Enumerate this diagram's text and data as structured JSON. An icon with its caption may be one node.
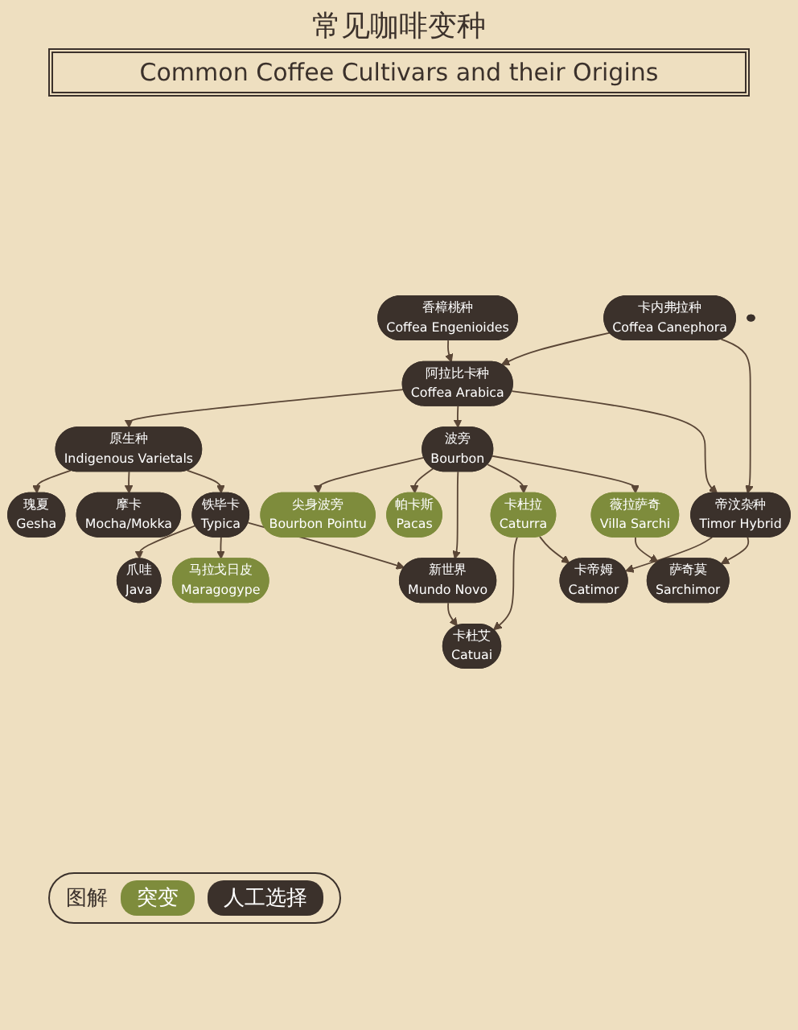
{
  "diagram": {
    "title": "常见咖啡变种",
    "nodes": [
      {
        "text": [
          "香樟桃种",
          "Coffea Engenioides"
        ]
      },
      {
        "text": [
          "卡内弗拉种",
          "Coffea Canephora"
        ]
      },
      {
        "text": [
          "阿拉比卡种",
          "Coffea Arabica"
        ]
      },
      {
        "text": [
          "原生种",
          "Indigenous Varietals"
        ]
      },
      {
        "text": [
          "尖身波旁",
          "Bourbon Pointu"
        ]
      },
      {
        "text": [
          "瑰夏",
          "Gesha"
        ]
      },
      {
        "text": [
          "爪哇",
          "Java"
        ]
      },
      {
        "text": [
          "帕卡斯",
          "Pacas"
        ]
      },
      {
        "text": [
          "摩卡",
          "Mocha/Mokka"
        ]
      },
      {
        "text": [
          "马拉戈日皮",
          "Maragogype"
        ]
      },
      {
        "text": [
          "铁毕卡",
          "Typica"
        ]
      },
      {
        "text": [],
        "shape": "box"
      },
      {
        "text": [
          "波旁",
          "Bourbon"
        ]
      },
      {
        "text": [
          "新世界",
          "Mundo Novo"
        ]
      },
      {
        "text": [
          "卡杜拉",
          "Caturra"
        ]
      },
      {
        "text": [
          "卡杜艾",
          "Catuai"
        ]
      },
      {
        "text": [
          "帝汶杂种",
          "Timor Hybrid"
        ]
      },
      {
        "text": [
          "薇拉萨奇",
          "Villa Sarchi"
        ]
      },
      {
        "text": [
          "卡帝姆",
          "Catimor"
        ]
      },
      {
        "text": [
          "萨奇莫",
          "Sarchimor"
        ]
      }
    ],
    "edges": [
      {
        "from": 0,
        "to": 2,
        "arrow": "to"
      },
      {
        "from": 1,
        "to": 2,
        "arrow": "to"
      },
      {
        "from": 1,
        "to": 16,
        "arrow": "to"
      },
      {
        "from": 2,
        "to": 3,
        "arrow": "to"
      },
      {
        "from": 2,
        "to": 12,
        "arrow": "to"
      },
      {
        "from": 2,
        "to": 16,
        "arrow": "to"
      },
      {
        "from": 3,
        "to": 5,
        "arrow": "to"
      },
      {
        "from": 3,
        "to": 8,
        "arrow": "to"
      },
      {
        "from": 3,
        "to": 10,
        "arrow": "to"
      },
      {
        "from": 10,
        "to": 6,
        "arrow": "to"
      },
      {
        "from": 12,
        "to": 4,
        "arrow": "to"
      },
      {
        "from": 12,
        "to": 7,
        "arrow": "to"
      },
      {
        "from": 10,
        "to": 9,
        "arrow": "to"
      },
      {
        "from": 10,
        "to": 13,
        "arrow": "to"
      },
      {
        "from": 12,
        "to": 13,
        "arrow": "to"
      },
      {
        "from": 12,
        "to": 14,
        "arrow": "to"
      },
      {
        "from": 12,
        "to": 17,
        "arrow": "to"
      },
      {
        "from": 13,
        "to": 15,
        "arrow": "to"
      },
      {
        "from": 14,
        "to": 15,
        "arrow": "to"
      },
      {
        "from": 14,
        "to": 18,
        "arrow": "to"
      },
      {
        "from": 16,
        "to": 18,
        "arrow": "to"
      },
      {
        "from": 16,
        "to": 19,
        "arrow": "to"
      },
      {
        "from": 17,
        "to": 19,
        "arrow": "to"
      }
    ],
    "labels": [
      "Common Coffee Cultivars and their Origins",
      "图解"
    ],
    "legend": [
      {
        "text": "突变",
        "color": "#7e8c3c"
      },
      {
        "text": "人工选择",
        "color": "#3b312b"
      }
    ]
  }
}
